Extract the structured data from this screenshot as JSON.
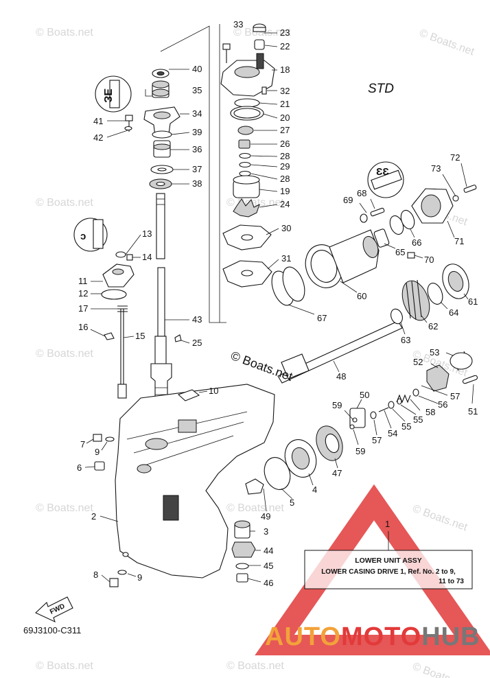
{
  "variant": "STD",
  "diagram_code": "69J3100-C311",
  "fwd_label": "FWD",
  "copyright_mark": "© Boats.net",
  "watermark_text": "© Boats.net",
  "brand": {
    "part1": "AUTO",
    "part2": "MOTO",
    "part3": "HUB"
  },
  "colors": {
    "brand_red": "#e23a3a",
    "brand_orange": "#f2a23a",
    "brand_grey": "#777777"
  },
  "info_box": {
    "number": "1",
    "title": "LOWER UNIT ASSY",
    "line1": "LOWER CASING DRIVE 1, Ref. No. 2 to 9,",
    "line2": "11 to 73"
  },
  "callouts": {
    "n1": "1",
    "n2": "2",
    "n3": "3",
    "n4": "4",
    "n5": "5",
    "n6": "6",
    "n7": "7",
    "n8": "8",
    "n9a": "9",
    "n9b": "9",
    "n10": "10",
    "n11": "11",
    "n12": "12",
    "n13": "13",
    "n14": "14",
    "n15": "15",
    "n16": "16",
    "n17": "17",
    "n18": "18",
    "n19": "19",
    "n20": "20",
    "n21": "21",
    "n22": "22",
    "n23": "23",
    "n24": "24",
    "n25": "25",
    "n26": "26",
    "n27": "27",
    "n28a": "28",
    "n28b": "28",
    "n29": "29",
    "n30": "30",
    "n31": "31",
    "n32": "32",
    "n33": "33",
    "n34": "34",
    "n35": "35",
    "n36": "36",
    "n37": "37",
    "n38": "38",
    "n39": "39",
    "n40": "40",
    "n41": "41",
    "n42": "42",
    "n43": "43",
    "n44": "44",
    "n45": "45",
    "n46": "46",
    "n47": "47",
    "n48": "48",
    "n49": "49",
    "n50": "50",
    "n51": "51",
    "n52": "52",
    "n53": "53",
    "n54": "54",
    "n55a": "55",
    "n55b": "55",
    "n56": "56",
    "n57a": "57",
    "n57b": "57",
    "n58": "58",
    "n59a": "59",
    "n59b": "59",
    "n60": "60",
    "n61": "61",
    "n62": "62",
    "n63": "63",
    "n64": "64",
    "n65": "65",
    "n66": "66",
    "n67": "67",
    "n68": "68",
    "n69": "69",
    "n70": "70",
    "n71": "71",
    "n72": "72",
    "n73": "73"
  }
}
